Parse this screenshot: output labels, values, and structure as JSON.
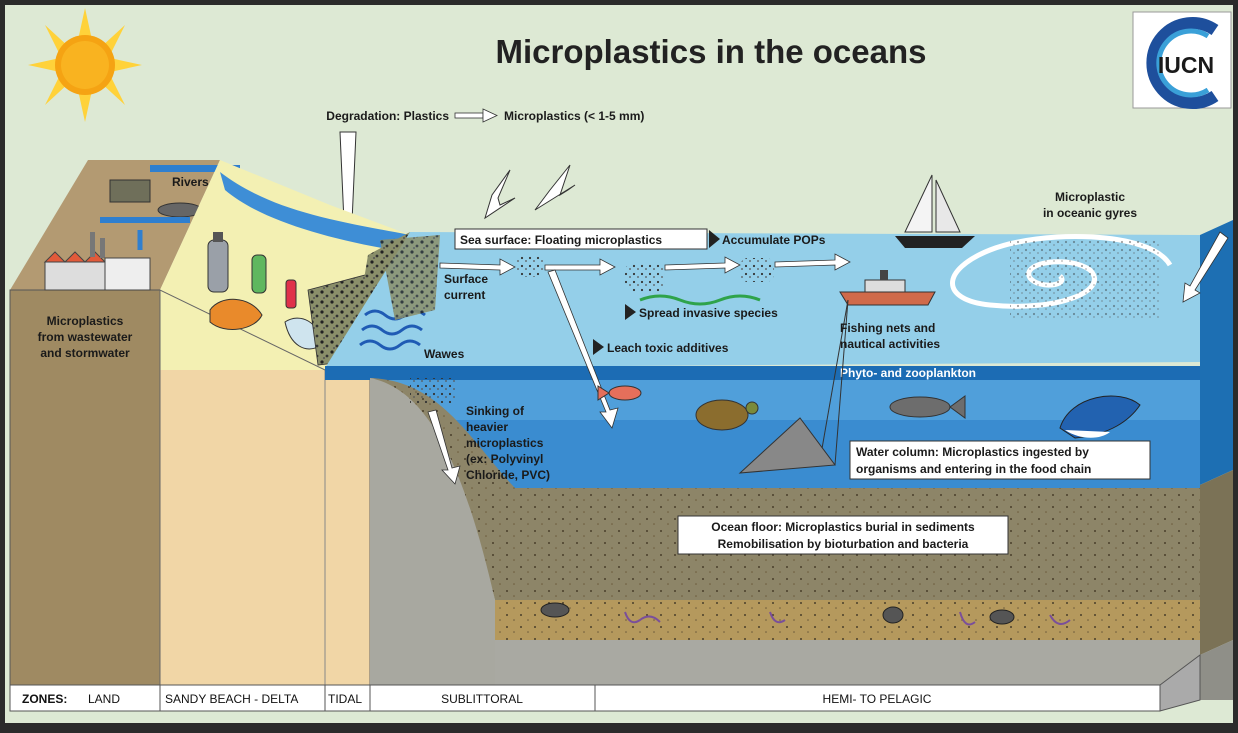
{
  "title": "Microplastics in the oceans",
  "logo_text": "IUCN",
  "degradation": {
    "left": "Degradation: Plastics",
    "right": "Microplastics (< 1-5 mm)"
  },
  "labels": {
    "rivers": "Rivers",
    "wastewater": [
      "Microplastics",
      "from wastewater",
      "and stormwater"
    ],
    "sea_surface": "Sea surface: Floating microplastics",
    "accumulate": "Accumulate POPs",
    "surface_current": [
      "Surface",
      "current"
    ],
    "wawes": "Wawes",
    "spread": "Spread invasive species",
    "leach": "Leach toxic additives",
    "fishing": [
      "Fishing nets and",
      "nautical activities"
    ],
    "gyres": [
      "Microplastic",
      "in oceanic gyres"
    ],
    "plankton": "Phyto- and zooplankton",
    "sinking": [
      "Sinking of",
      "heavier",
      "microplastics",
      "(ex: Polyvinyl",
      "Chloride, PVC)"
    ],
    "water_column": [
      "Water column: Microplastics ingested by",
      "organisms and entering in the food chain"
    ],
    "ocean_floor": [
      "Ocean floor: Microplastics burial in sediments",
      "Remobilisation by bioturbation and bacteria"
    ]
  },
  "zones": {
    "prefix": "ZONES:",
    "items": [
      "LAND",
      "SANDY BEACH - DELTA",
      "TIDAL",
      "SUBLITTORAL",
      "HEMI- TO PELAGIC"
    ]
  }
}
